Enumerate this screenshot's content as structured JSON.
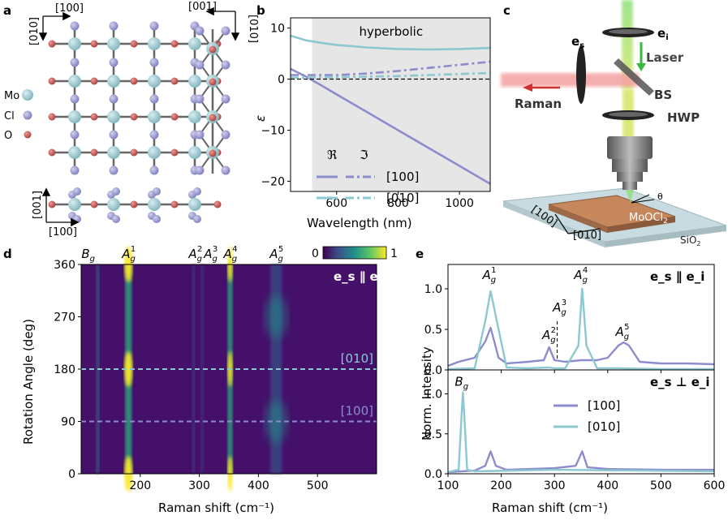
{
  "panels": {
    "a": {
      "label": "a",
      "axes_top_left": {
        "horizontal": "[100]",
        "vertical": "[010]"
      },
      "axes_top_right": {
        "horizontal": "[001]",
        "vertical": "[010]"
      },
      "axes_bottom": {
        "vertical": "[001]",
        "horizontal": "[100]"
      },
      "legend": [
        {
          "label": "Mo",
          "color": "#9ccad2"
        },
        {
          "label": "Cl",
          "color": "#9b9bcd"
        },
        {
          "label": "O",
          "color": "#c0504d"
        }
      ]
    },
    "b": {
      "label": "b",
      "shaded_label": "hyperbolic",
      "legend_real": "ℜ",
      "legend_imag": "ℑ"
    },
    "c": {
      "label": "c",
      "labels": {
        "ei": "e",
        "ei_sub": "i",
        "es": "e",
        "es_sub": "s",
        "laser": "Laser",
        "raman": "Raman",
        "bs": "BS",
        "hwp": "HWP",
        "theta": "θ",
        "sample": "MoOCl",
        "sample_sub": "2",
        "substrate": "SiO",
        "substrate_sub": "2",
        "dir1": "[100]",
        "dir2": "[010]"
      }
    },
    "d": {
      "label": "d",
      "peak_labels": [
        {
          "main": "B",
          "sub": "g",
          "sup": ""
        },
        {
          "main": "A",
          "sub": "g",
          "sup": "1"
        },
        {
          "main": "A",
          "sub": "g",
          "sup": "2"
        },
        {
          "main": "A",
          "sub": "g",
          "sup": "3"
        },
        {
          "main": "A",
          "sub": "g",
          "sup": "4"
        },
        {
          "main": "A",
          "sub": "g",
          "sup": "5"
        }
      ],
      "colorbar": {
        "min": "0",
        "max": "1"
      },
      "pol_label": "e_s ∥ e_i",
      "line_labels": [
        "[010]",
        "[100]"
      ]
    },
    "e": {
      "label": "e",
      "top_pol": "e_s ∥ e_i",
      "bottom_pol": "e_s ⊥ e_i",
      "ylabel": "Norm. Intensity",
      "peak_labels_top": [
        {
          "main": "A",
          "sub": "g",
          "sup": "1"
        },
        {
          "main": "A",
          "sub": "g",
          "sup": "2"
        },
        {
          "main": "A",
          "sub": "g",
          "sup": "3"
        },
        {
          "main": "A",
          "sub": "g",
          "sup": "4"
        },
        {
          "main": "A",
          "sub": "g",
          "sup": "5"
        }
      ],
      "peak_label_bottom": {
        "main": "B",
        "sub": "g",
        "sup": ""
      },
      "legend": [
        "[100]",
        "[010]"
      ]
    }
  },
  "colors": {
    "purple": "#8c8ccc",
    "cyan": "#8cc8d0",
    "shade": "#e6e6e6",
    "mo": "#9ccad2",
    "cl": "#9b9bcd",
    "o": "#c0504d"
  },
  "chart_data": [
    {
      "type": "line",
      "panel": "b",
      "xlabel": "Wavelength (nm)",
      "ylabel": "ε",
      "xlim": [
        450,
        1100
      ],
      "ylim": [
        -22,
        12
      ],
      "xticks": [
        600,
        800,
        1000
      ],
      "yticks": [
        10,
        0,
        -10,
        -20
      ],
      "shaded_region": [
        520,
        1100
      ],
      "series": [
        {
          "name": "[100]",
          "part": "real",
          "x": [
            450,
            500,
            550,
            600,
            700,
            800,
            900,
            1000,
            1100
          ],
          "y": [
            2,
            0.5,
            -1.2,
            -3,
            -6.5,
            -10,
            -13.5,
            -17,
            -20.5
          ]
        },
        {
          "name": "[100]",
          "part": "imag",
          "x": [
            450,
            600,
            700,
            800,
            900,
            1000,
            1100
          ],
          "y": [
            0.8,
            0.8,
            1.1,
            1.6,
            2.2,
            2.8,
            3.4
          ]
        },
        {
          "name": "[010]",
          "part": "real",
          "x": [
            450,
            500,
            550,
            600,
            700,
            800,
            900,
            1000,
            1100
          ],
          "y": [
            8.5,
            7.6,
            7.1,
            6.7,
            6.2,
            5.9,
            5.8,
            5.9,
            6.1
          ]
        },
        {
          "name": "[010]",
          "part": "imag",
          "x": [
            450,
            600,
            700,
            800,
            900,
            1000,
            1100
          ],
          "y": [
            0.3,
            0.4,
            0.5,
            0.6,
            0.8,
            1.0,
            1.2
          ]
        }
      ]
    },
    {
      "type": "heatmap",
      "panel": "d",
      "xlabel": "Raman shift (cm⁻¹)",
      "ylabel": "Rotation Angle (deg)",
      "xlim": [
        100,
        600
      ],
      "ylim": [
        0,
        360
      ],
      "xticks": [
        200,
        300,
        400,
        500
      ],
      "yticks": [
        0,
        90,
        180,
        270,
        360
      ],
      "colorbar_range": [
        0,
        1
      ],
      "dashed_lines_deg": [
        180,
        90
      ],
      "peak_positions": [
        128,
        180,
        290,
        305,
        352,
        430
      ],
      "peak_period_deg": 180,
      "peak_max_angles_deg": [
        0,
        180,
        360
      ]
    },
    {
      "type": "line",
      "panel": "e-top",
      "xlabel": "Raman shift (cm⁻¹)",
      "ylabel": "Norm. Intensity",
      "xlim": [
        100,
        600
      ],
      "ylim": [
        0,
        1.3
      ],
      "yticks": [
        0.0,
        0.5,
        1.0
      ],
      "series": [
        {
          "name": "[100]",
          "x": [
            100,
            120,
            150,
            170,
            180,
            195,
            210,
            250,
            280,
            290,
            300,
            320,
            350,
            360,
            380,
            400,
            420,
            430,
            440,
            460,
            500,
            550,
            600
          ],
          "y": [
            0.05,
            0.1,
            0.15,
            0.35,
            0.52,
            0.15,
            0.08,
            0.1,
            0.12,
            0.28,
            0.12,
            0.1,
            0.12,
            0.12,
            0.12,
            0.15,
            0.3,
            0.34,
            0.3,
            0.1,
            0.08,
            0.08,
            0.07
          ]
        },
        {
          "name": "[010]",
          "x": [
            100,
            150,
            170,
            180,
            195,
            210,
            250,
            290,
            300,
            320,
            345,
            352,
            360,
            380,
            420,
            500,
            600
          ],
          "y": [
            0.01,
            0.02,
            0.6,
            0.97,
            0.5,
            0.03,
            0.02,
            0.03,
            0.02,
            0.02,
            0.3,
            1.0,
            0.3,
            0.02,
            0.02,
            0.01,
            0.01
          ]
        }
      ]
    },
    {
      "type": "line",
      "panel": "e-bottom",
      "xlabel": "Raman shift (cm⁻¹)",
      "ylabel": "Norm. Intensity",
      "xlim": [
        100,
        600
      ],
      "ylim": [
        0,
        1.3
      ],
      "xticks": [
        100,
        200,
        300,
        400,
        500,
        600
      ],
      "yticks": [
        0.0,
        0.5,
        1.0
      ],
      "series": [
        {
          "name": "[100]",
          "x": [
            100,
            150,
            170,
            180,
            190,
            210,
            300,
            340,
            352,
            362,
            400,
            500,
            600
          ],
          "y": [
            0.02,
            0.04,
            0.1,
            0.28,
            0.1,
            0.05,
            0.07,
            0.1,
            0.28,
            0.08,
            0.06,
            0.05,
            0.05
          ]
        },
        {
          "name": "[010]",
          "x": [
            100,
            120,
            126,
            128,
            130,
            136,
            150,
            300,
            600
          ],
          "y": [
            0.02,
            0.05,
            0.8,
            1.02,
            0.8,
            0.05,
            0.03,
            0.05,
            0.03
          ]
        }
      ]
    }
  ]
}
